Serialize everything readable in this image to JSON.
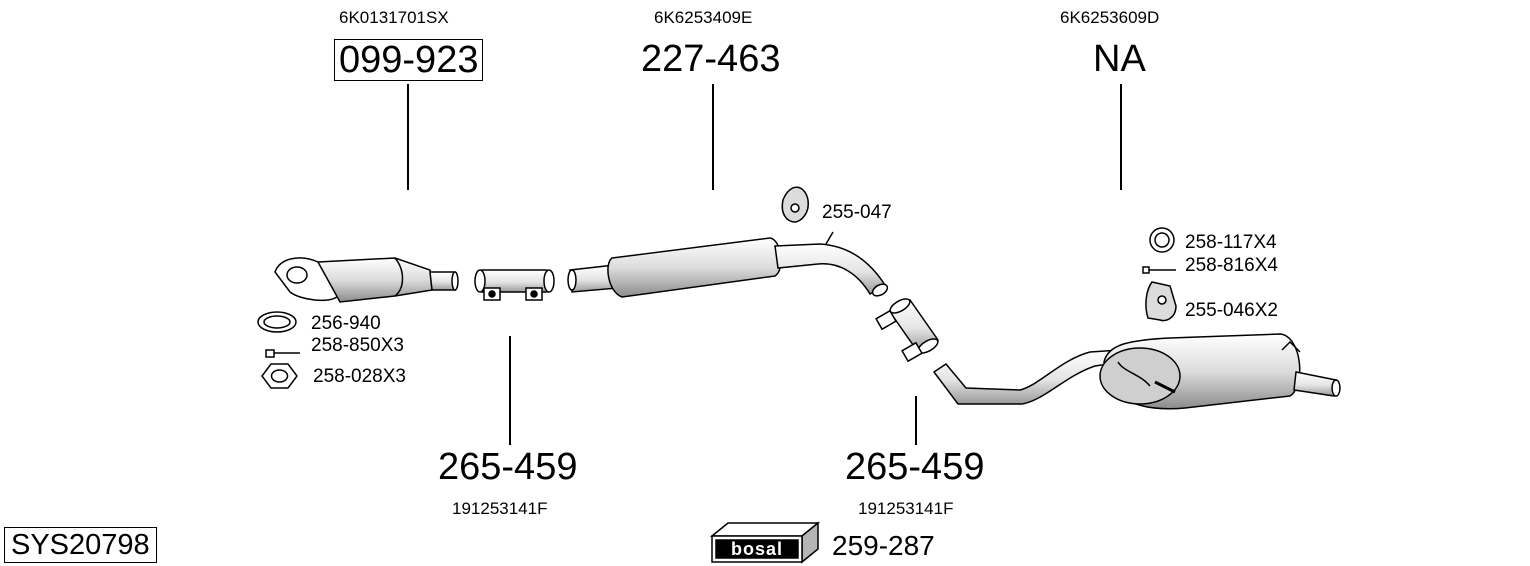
{
  "system_code": "SYS20798",
  "brand_logo": "bosal",
  "parts": [
    {
      "id": "catalytic-converter",
      "oem": "6K0131701SX",
      "number": "099-923",
      "boxed": true
    },
    {
      "id": "front-pipe-clamp",
      "oem": "191253141F",
      "number": "265-459"
    },
    {
      "id": "center-silencer",
      "oem": "6K6253409E",
      "number": "227-463"
    },
    {
      "id": "middle-clamp",
      "oem": "191253141F",
      "number": "265-459"
    },
    {
      "id": "rear-silencer",
      "oem": "6K6253609D",
      "number": "NA"
    },
    {
      "id": "mounting-kit",
      "number": "259-287"
    }
  ],
  "accessories": [
    {
      "id": "gasket",
      "number": "256-940"
    },
    {
      "id": "bolt-front",
      "number": "258-850X3"
    },
    {
      "id": "nut",
      "number": "258-028X3"
    },
    {
      "id": "rubber-mount-center",
      "number": "255-047"
    },
    {
      "id": "ring-rear",
      "number": "258-117X4"
    },
    {
      "id": "bolt-rear",
      "number": "258-816X4"
    },
    {
      "id": "rubber-mount-rear",
      "number": "255-046X2"
    }
  ],
  "colors": {
    "line": "#000000",
    "fill": "#ffffff",
    "shade": "#b5b5b5",
    "dark": "#6e6e6e"
  }
}
